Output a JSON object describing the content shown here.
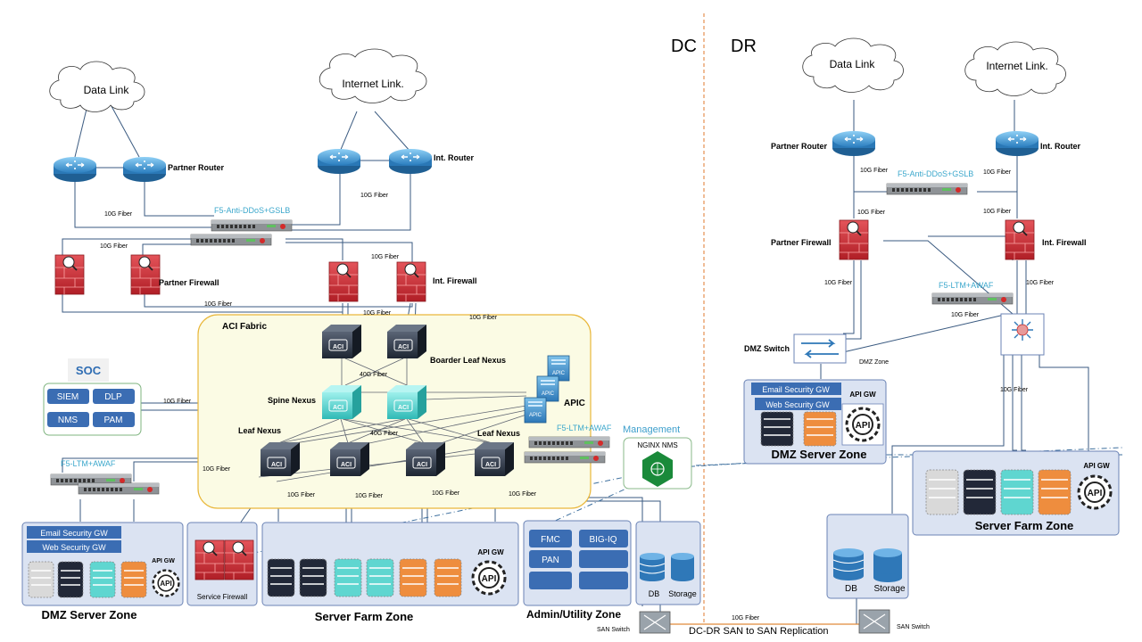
{
  "sites": {
    "dc": "DC",
    "dr": "DR"
  },
  "clouds": {
    "dc_data": "Data Link",
    "dc_internet": "Internet Link.",
    "dr_data": "Data Link",
    "dr_internet": "Internet Link."
  },
  "devices": {
    "partner_router": "Partner Router",
    "int_router": "Int. Router",
    "f5_ddos": "F5-Anti-DDoS+GSLB",
    "partner_firewall": "Partner Firewall",
    "int_firewall": "Int. Firewall",
    "aci_fabric": "ACI Fabric",
    "boarder_leaf": "Boarder Leaf Nexus",
    "spine": "Spine Nexus",
    "leaf": "Leaf Nexus",
    "leaf2": "Leaf Nexus",
    "apic": "APIC",
    "f5_ltm": "F5-LTM+AWAF",
    "management": "Management",
    "nginx": "NGINX NMS",
    "aci_icon": "ACI",
    "apic_icon": "APIC",
    "api_icon": "API",
    "dmz_switch": "DMZ Switch",
    "dmz_zone": "DMZ Zone",
    "san_switch": "SAN Switch",
    "san_replication": "DC-DR SAN to SAN Replication"
  },
  "links": {
    "fiber10": "10G Fiber",
    "fiber40": "40G Fiber"
  },
  "soc": {
    "title": "SOC",
    "items": [
      "SIEM",
      "DLP",
      "NMS",
      "PAM"
    ]
  },
  "zones": {
    "dmz": "DMZ Server Zone",
    "server_farm": "Server Farm Zone",
    "admin": "Admin/Utility Zone",
    "service_firewall": "Service  Firewall",
    "email_gw": "Email Security GW",
    "web_gw": "Web Security GW",
    "api_gw": "API GW",
    "admin_items": [
      "FMC",
      "BIG-IQ",
      "PAN"
    ],
    "db": "DB",
    "storage": "Storage"
  },
  "colors": {
    "router": "#3a8fcf",
    "firewall": "#c8242b",
    "aci": "#27303f",
    "spine": "#4fd3cf",
    "soc_btn": "#3b6db3",
    "zone_bg": "#dbe3f2",
    "zone_border": "#6b83b5",
    "fabric_bg": "#fbfbe6",
    "fabric_border": "#e7b93c",
    "f5_text": "#3da8cc",
    "nginx": "#1a8a3a"
  }
}
